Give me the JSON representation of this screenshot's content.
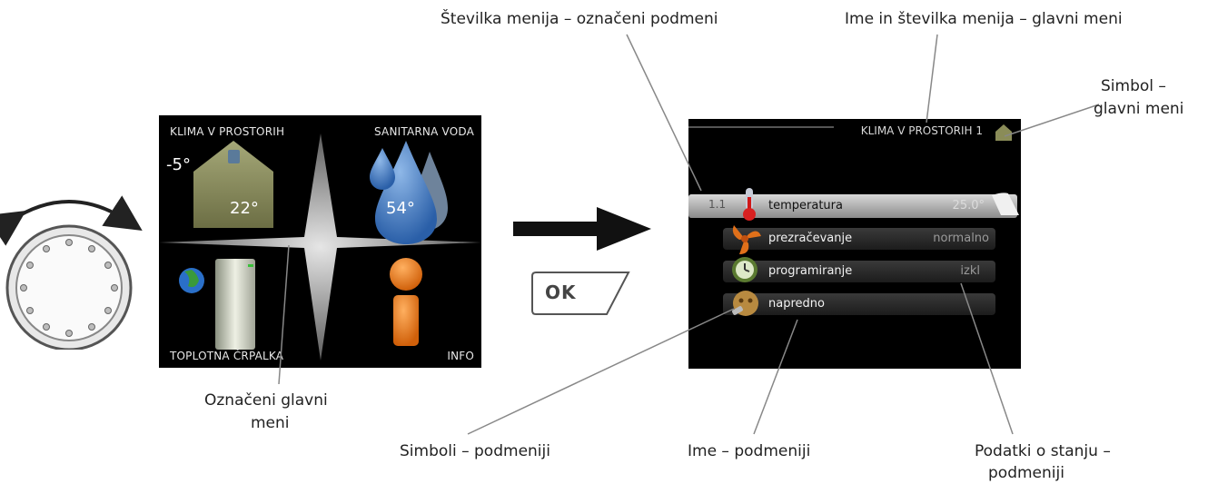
{
  "main_menu": {
    "room_climate": "KLIMA V PROSTORIH",
    "hot_water": "SANITARNA VODA",
    "heat_pump": "TOPLOTNA ČRPALKA",
    "info": "INFO",
    "outdoor_temp": "-5°",
    "room_temp": "22°",
    "water_temp": "54°"
  },
  "ok_button": {
    "label": "OK"
  },
  "submenu": {
    "title": "KLIMA V PROSTORIH 1",
    "selected_number": "1.1",
    "items": [
      {
        "name": "temperatura",
        "value": "25.0°"
      },
      {
        "name": "prezračevanje",
        "value": "normalno"
      },
      {
        "name": "programiranje",
        "value": "izkl"
      },
      {
        "name": "napredno",
        "value": ""
      }
    ]
  },
  "callouts": {
    "menu_number": "Številka menija – označeni podmeni",
    "name_number_main": "Ime in številka menija – glavni meni",
    "symbol_main_1": "Simbol –",
    "symbol_main_2": "glavni meni",
    "selected_main_1": "Označeni glavni",
    "selected_main_2": "meni",
    "symbols_sub": "Simboli – podmeniji",
    "name_sub": "Ime – podmeniji",
    "status_sub_1": "Podatki o stanju –",
    "status_sub_2": "podmeniji"
  }
}
